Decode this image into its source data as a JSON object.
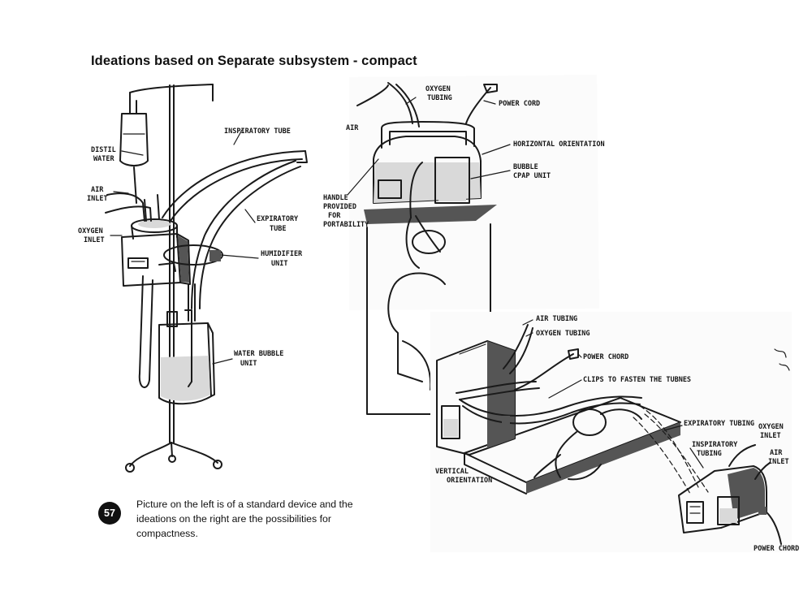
{
  "page": {
    "title": "Ideations based on Separate subsystem - compact",
    "page_number": "57",
    "caption": "Picture on the left is of a standard device and the ideations on the right are the possibilities for compactness."
  },
  "sketch_labels": {
    "distil_water": [
      "DISTIL",
      "WATER"
    ],
    "air_inlet": [
      "AIR",
      "INLET"
    ],
    "oxygen_inlet": [
      "OXYGEN",
      "INLET"
    ],
    "inspiratory_tube": "INSPIRATORY TUBE",
    "expiratory_tube": [
      "EXPIRATORY",
      "TUBE"
    ],
    "humidifier_unit": [
      "HUMIDIFIER",
      "UNIT"
    ],
    "water_bubble_unit": [
      "WATER BUBBLE",
      "UNIT"
    ],
    "air_top": "AIR",
    "oxygen_tubing": [
      "OXYGEN",
      "TUBING"
    ],
    "power_cord": "POWER CORD",
    "horizontal_orientation": "HORIZONTAL ORIENTATION",
    "bubble_cpap_unit": [
      "BUBBLE",
      "CPAP UNIT"
    ],
    "handle_portability": [
      "HANDLE",
      "PROVIDED",
      "FOR",
      "PORTABILITY"
    ],
    "air_tubing": "AIR TUBING",
    "oxygen_tubing_2": "OXYGEN TUBING",
    "power_chord": "POWER CHORD",
    "clips": "CLIPS TO FASTEN THE TUBNES",
    "vertical_orientation": [
      "VERTICAL",
      "ORIENTATION"
    ],
    "expiratory_tubing": "EXPIRATORY TUBING",
    "inspiratory_tubing": [
      "INSPIRATORY",
      "TUBING"
    ],
    "oxygen_inlet_2": [
      "OXYGEN",
      "INLET"
    ],
    "air_inlet_2": [
      "AIR",
      "INLET"
    ],
    "power_chord_2": "POWER CHORD"
  }
}
